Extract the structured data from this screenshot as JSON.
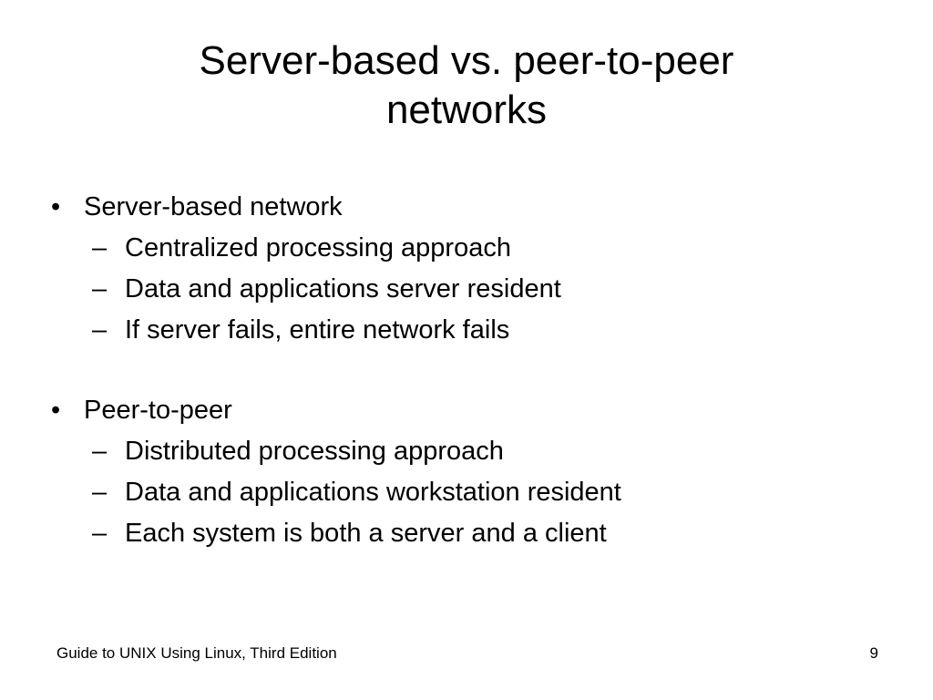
{
  "slide": {
    "title_lines": [
      "Server-based vs. peer-to-peer",
      "networks"
    ],
    "bullet_symbol": "•",
    "sub_symbol": "–",
    "groups": [
      {
        "label": "Server-based network",
        "items": [
          "Centralized processing approach",
          "Data and applications server resident",
          "If server fails, entire network fails"
        ]
      },
      {
        "label": "Peer-to-peer",
        "items": [
          "Distributed processing approach",
          "Data and applications workstation resident",
          "Each system is both a server and a client"
        ]
      }
    ],
    "footer": {
      "text": "Guide to UNIX Using Linux, Third Edition",
      "page_number": "9"
    }
  }
}
